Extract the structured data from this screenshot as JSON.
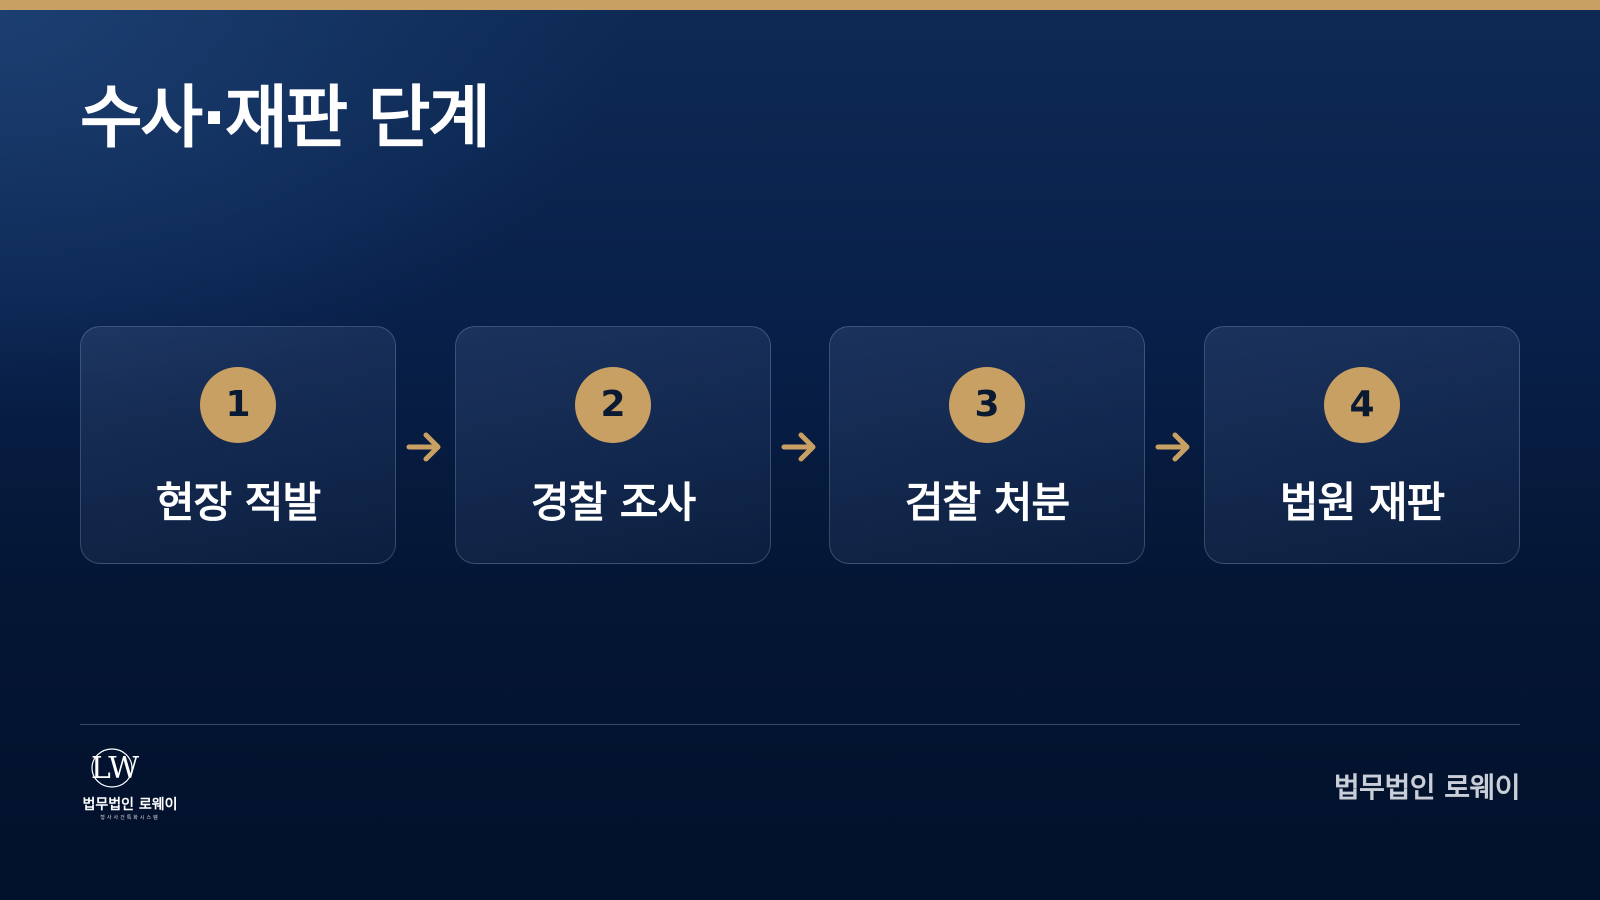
{
  "colors": {
    "accent_gold": "#c9a063",
    "background_top": "#0e2a55",
    "background_bottom": "#02112b",
    "text_primary": "#ffffff",
    "text_muted": "#c9ced8"
  },
  "slide": {
    "title": "수사·재판 단계"
  },
  "steps": [
    {
      "number": "1",
      "label": "현장 적발"
    },
    {
      "number": "2",
      "label": "경찰 조사"
    },
    {
      "number": "3",
      "label": "검찰 처분"
    },
    {
      "number": "4",
      "label": "법원 재판"
    }
  ],
  "arrows": [
    "arrow-right-icon",
    "arrow-right-icon",
    "arrow-right-icon"
  ],
  "footer": {
    "logo_monogram": "LW",
    "logo_text": "법무법인 로웨이",
    "logo_subtext": "형사사건특화시스템",
    "firm_name": "법무법인 로웨이"
  }
}
